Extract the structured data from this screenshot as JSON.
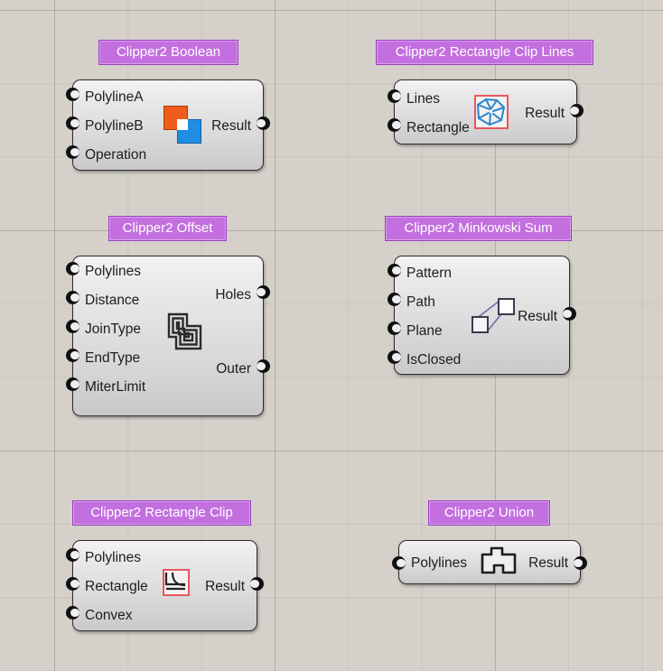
{
  "canvas": {
    "background_color": "#d5d1ca",
    "grid_major_color": "#78706480",
    "grid_minor_color": "#78706421",
    "grid_major_spacing": 244,
    "grid_minor_spacing": 81
  },
  "theme": {
    "title_fill": "#c36fe0",
    "title_border": "#9a3fbd",
    "title_text": "#ffffff",
    "node_border": "#2b2b2b",
    "node_body_top": "#f3f3f3",
    "node_body_bottom": "#c9c9c9",
    "port_color": "#101010",
    "accent_orange": "#ef5c1e",
    "accent_blue": "#1e8fe0",
    "accent_red": "#e8585e"
  },
  "nodes": [
    {
      "id": "clipper2-boolean",
      "title": "Clipper2 Boolean",
      "icon": "boolean-union-squares-icon",
      "inputs": [
        "PolylineA",
        "PolylineB",
        "Operation"
      ],
      "outputs": [
        "Result"
      ]
    },
    {
      "id": "clipper2-rectangle-clip-lines",
      "title": "Clipper2 Rectangle Clip Lines",
      "icon": "rectangle-clip-lines-icon",
      "inputs": [
        "Lines",
        "Rectangle"
      ],
      "outputs": [
        "Result"
      ]
    },
    {
      "id": "clipper2-offset",
      "title": "Clipper2 Offset",
      "icon": "offset-rings-icon",
      "inputs": [
        "Polylines",
        "Distance",
        "JoinType",
        "EndType",
        "MiterLimit"
      ],
      "outputs": [
        "Holes",
        "Outer"
      ]
    },
    {
      "id": "clipper2-minkowski-sum",
      "title": "Clipper2 Minkowski Sum",
      "icon": "minkowski-sum-icon",
      "inputs": [
        "Pattern",
        "Path",
        "Plane",
        "IsClosed"
      ],
      "outputs": [
        "Result"
      ]
    },
    {
      "id": "clipper2-rectangle-clip",
      "title": "Clipper2 Rectangle Clip",
      "icon": "rectangle-clip-icon",
      "inputs": [
        "Polylines",
        "Rectangle",
        "Convex"
      ],
      "outputs": [
        "Result"
      ]
    },
    {
      "id": "clipper2-union",
      "title": "Clipper2 Union",
      "icon": "union-polygon-icon",
      "inputs": [
        "Polylines"
      ],
      "outputs": [
        "Result"
      ]
    }
  ]
}
